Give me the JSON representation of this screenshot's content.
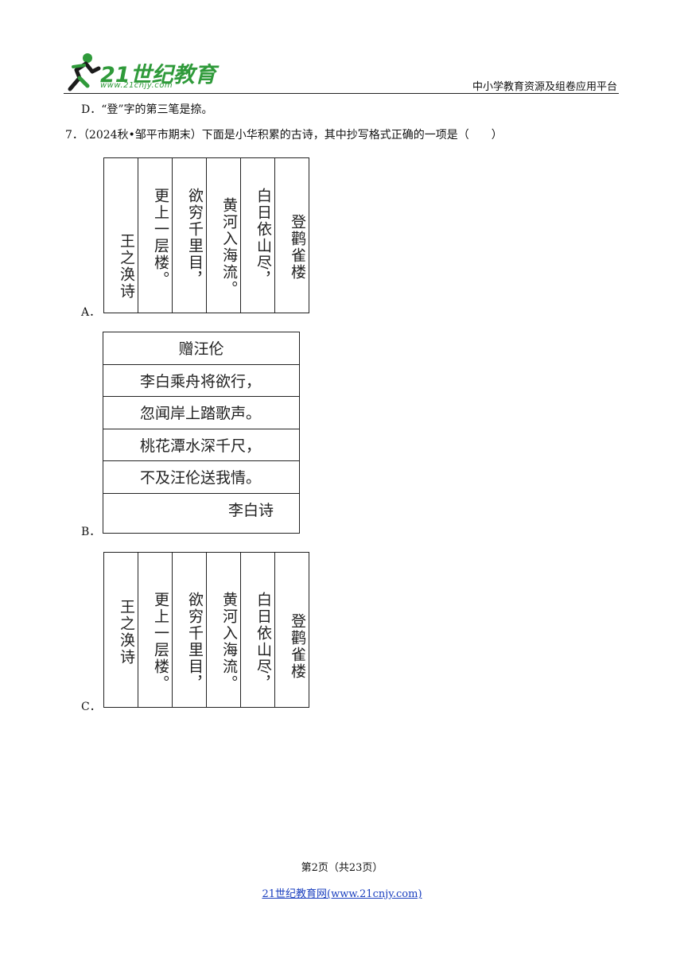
{
  "header": {
    "logo_title": "21世纪教育",
    "logo_sub": "www.21cnjy.com",
    "platform": "中小学教育资源及组卷应用平台"
  },
  "prev_option": "D．“登”字的第三笔是捺。",
  "question": {
    "text": "7．（2024秋•邹平市期末）下面是小华积累的古诗，其中抄写格式正确的一项是（　　）",
    "options": {
      "A": {
        "label": "A．",
        "columns": [
          "王之涣诗",
          "更上一层楼。",
          "欲穷千里目，",
          "黄河入海流。",
          "白日依山尽，",
          "登鹳雀楼"
        ]
      },
      "B": {
        "label": "B．",
        "rows": [
          "赠汪伦",
          "李白乘舟将欲行，",
          "忽闻岸上踏歌声。",
          "桃花潭水深千尺，",
          "不及汪伦送我情。",
          "李白诗"
        ]
      },
      "C": {
        "label": "C．",
        "columns": [
          "王之涣诗",
          "更上一层楼。",
          "欲穷千里目，",
          "黄河入海流。",
          "白日依山尽，",
          "登鹳雀楼"
        ]
      }
    }
  },
  "footer": {
    "page": "第2页（共23页）",
    "link": "21世纪教育网(www.21cnjy.com)"
  }
}
